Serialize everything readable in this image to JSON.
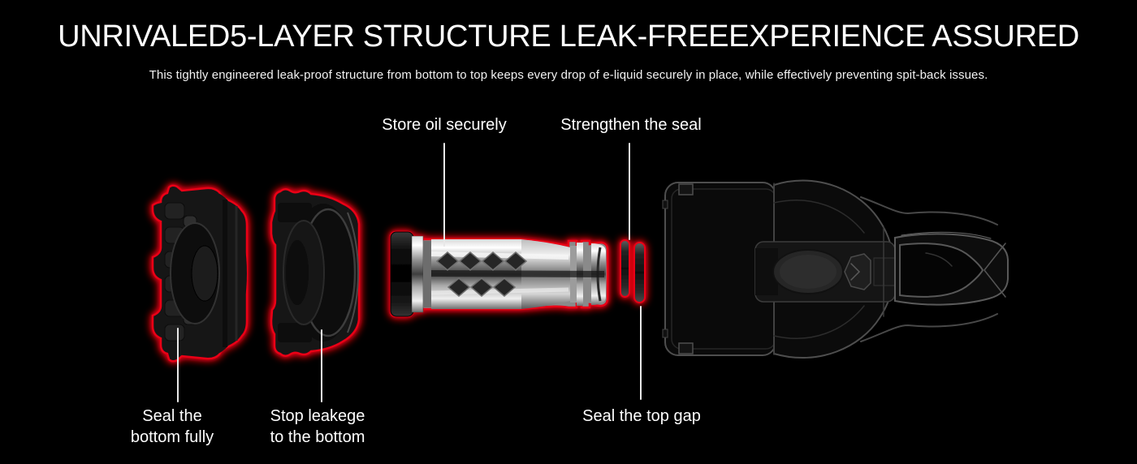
{
  "header": {
    "title": "UNRIVALED5-LAYER STRUCTURE LEAK-FREEEXPERIENCE ASSURED",
    "subtitle": "This tightly engineered leak-proof structure from bottom to top keeps every drop of e-liquid securely in place, while effectively preventing spit-back issues."
  },
  "callouts": {
    "store_oil": "Store oil securely",
    "strengthen_seal": "Strengthen the seal",
    "seal_bottom": "Seal the\nbottom fully",
    "stop_leakage": "Stop leakege\nto the bottom",
    "seal_top_gap": "Seal the top gap"
  },
  "colors": {
    "background": "#000000",
    "text": "#ffffff",
    "glow_red": "#ea0016"
  }
}
